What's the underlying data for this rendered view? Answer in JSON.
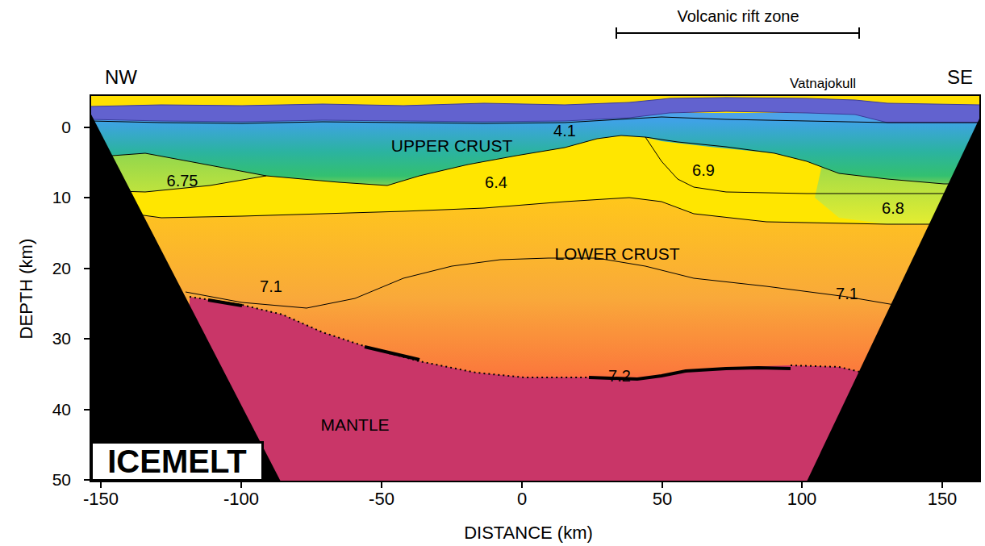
{
  "diagram": {
    "nodes": [
      {
        "text": [
          "ICEMELT"
        ]
      }
    ],
    "labels": [
      "Volcanic rift zone",
      "NW",
      "SE",
      "Vatnajokull",
      "4.1",
      "UPPER CRUST",
      "6.75",
      "6.4",
      "6.9",
      "6.8",
      "LOWER CRUST",
      "7.1",
      "7.1",
      "7.2",
      "MANTLE",
      "DEPTH (km)",
      "DISTANCE (km)",
      "0",
      "10",
      "20",
      "30",
      "40",
      "50",
      "-150",
      "-100",
      "-50",
      "0",
      "50",
      "100",
      "150"
    ]
  }
}
